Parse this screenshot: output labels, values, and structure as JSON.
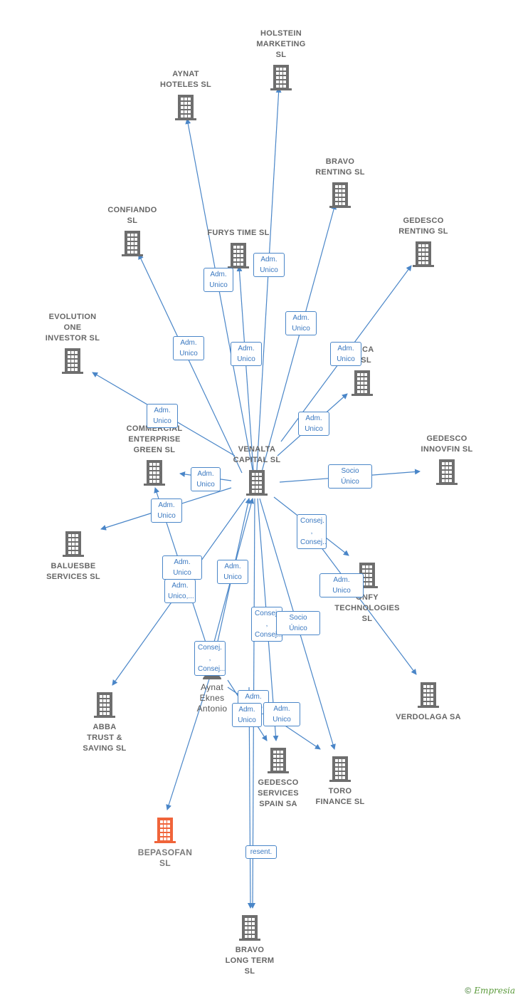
{
  "colors": {
    "edge": "#4a86c8",
    "building": "#6e6e6e",
    "highlight": "#f0643a",
    "label": "#666666"
  },
  "nodes": [
    {
      "id": "holstein",
      "label": "HOLSTEIN\nMARKETING\nSL",
      "icon": "building-icon"
    },
    {
      "id": "aynat_hoteles",
      "label": "AYNAT\nHOTELES  SL",
      "icon": "building-icon"
    },
    {
      "id": "bravo_renting",
      "label": "BRAVO\nRENTING  SL",
      "icon": "building-icon"
    },
    {
      "id": "confiando",
      "label": "CONFIANDO\nSL",
      "icon": "building-icon"
    },
    {
      "id": "furys",
      "label": "FURYS TIME SL",
      "icon": "building-icon"
    },
    {
      "id": "gedesco_renting",
      "label": "GEDESCO\nRENTING  SL",
      "icon": "building-icon"
    },
    {
      "id": "evolution",
      "label": "EVOLUTION\nONE\nINVESTOR  SL",
      "icon": "building-icon"
    },
    {
      "id": "raca",
      "label": "RACA\nA  SL",
      "icon": "building-icon"
    },
    {
      "id": "commercial",
      "label": "COMMERCIAL\nENTERPRISE\nGREEN SL",
      "icon": "building-icon"
    },
    {
      "id": "venalta",
      "label": "VENALTA\nCAPITAL  SL",
      "icon": "building-icon"
    },
    {
      "id": "gedesco_innovfin",
      "label": "GEDESCO\nINNOVFIN  SL",
      "icon": "building-icon"
    },
    {
      "id": "baluesbe",
      "label": "BALUESBE\nSERVICES  SL",
      "icon": "building-icon"
    },
    {
      "id": "onfy",
      "label": "ONFY\nTECHNOLOGIES\nSL",
      "icon": "building-icon"
    },
    {
      "id": "aynat_person",
      "label": "Aynat\nEknes\nAntonio",
      "icon": "person-icon"
    },
    {
      "id": "verdolaga",
      "label": "VERDOLAGA SA",
      "icon": "building-icon"
    },
    {
      "id": "abba",
      "label": "ABBA\nTRUST &\nSAVING  SL",
      "icon": "building-icon"
    },
    {
      "id": "gedesco_services",
      "label": "GEDESCO\nSERVICES\nSPAIN SA",
      "icon": "building-icon"
    },
    {
      "id": "toro",
      "label": "TORO\nFINANCE  SL",
      "icon": "building-icon"
    },
    {
      "id": "bepasofan",
      "label": "BEPASOFAN\nSL",
      "icon": "building-icon",
      "highlight": true
    },
    {
      "id": "bravo_long",
      "label": "BRAVO\nLONG TERM\nSL",
      "icon": "building-icon"
    }
  ],
  "badges": [
    "Adm.\nUnico",
    "Adm.\nUnico",
    "Adm.\nUnico",
    "Adm.\nUnico",
    "Adm.\nUnico",
    "Adm.\nUnico",
    "Adm.\nUnico",
    "Adm.\nUnico",
    "Adm.\nUnico",
    "Socio\nÚnico",
    "Consej. ,\nConsej....",
    "Adm.\nUnico",
    "Adm.\nUnico",
    "Adm.\nUnico,...",
    "Adm.\nUnico",
    "Adm.\nUnico",
    "Consej. ,\nConsej....",
    "Socio\nÚnico",
    "Consej. ,\nConsej....",
    "Adm.\nUnico",
    "Adm.\nUnico",
    "Adm.\nUnico",
    "resent.",
    "Socio\nÚnico"
  ],
  "footer": {
    "copyright": "©",
    "brand": "Empresia"
  }
}
